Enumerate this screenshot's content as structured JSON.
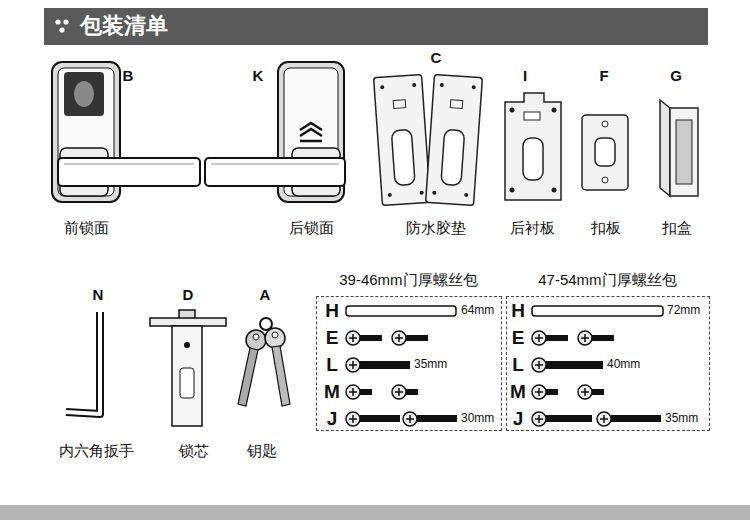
{
  "diagram": {
    "title": "包装清单",
    "nodes": [
      {
        "text": [
          "39-46mm门厚螺丝包"
        ]
      },
      {
        "text": [
          "47-54mm门厚螺丝包"
        ]
      }
    ],
    "labels": [
      "B",
      "K",
      "C",
      "I",
      "F",
      "G",
      "前锁面",
      "后锁面",
      "防水胶垫",
      "后衬板",
      "扣板",
      "扣盒",
      "N",
      "D",
      "A",
      "内六角扳手",
      "锁芯",
      "钥匙",
      "H",
      "E",
      "L",
      "M",
      "J",
      "64mm",
      "35mm",
      "30mm",
      "H",
      "E",
      "L",
      "M",
      "J",
      "72mm",
      "40mm",
      "35mm"
    ]
  }
}
